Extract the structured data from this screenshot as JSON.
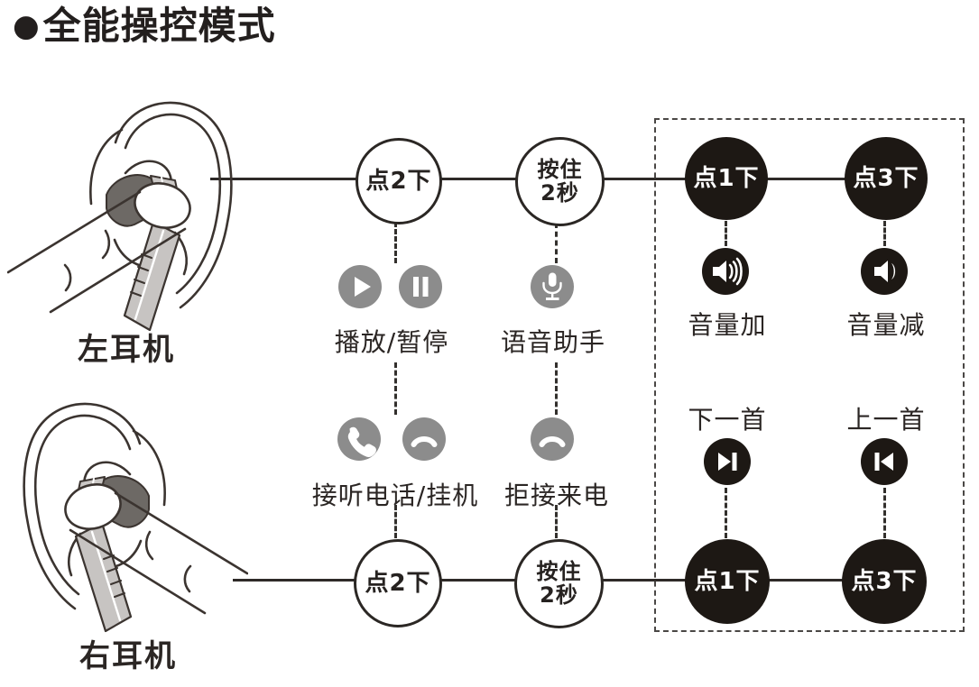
{
  "title": {
    "bullet": "●",
    "text": "全能操控模式"
  },
  "left_unit": {
    "label": "左耳机"
  },
  "right_unit": {
    "label": "右耳机"
  },
  "gestures": {
    "left": {
      "double_tap": "点2下",
      "hold_line1": "按住",
      "hold_line2": "2秒",
      "single_tap": "点1下",
      "triple_tap": "点3下"
    },
    "right": {
      "double_tap": "点2下",
      "hold_line1": "按住",
      "hold_line2": "2秒",
      "single_tap": "点1下",
      "triple_tap": "点3下"
    }
  },
  "actions": {
    "play_pause": "播放/暂停",
    "voice_assistant": "语音助手",
    "answer_hangup": "接听电话/挂机",
    "reject_call": "拒接来电",
    "volume_up": "音量加",
    "volume_down": "音量减",
    "next_track": "下一首",
    "prev_track": "上一首"
  },
  "icons": {
    "play": "play-triangle",
    "pause": "pause-bars",
    "mic": "microphone",
    "answer": "phone-handset",
    "hangup": "phone-hangup-arc",
    "reject": "phone-hangup-arc",
    "volume_up": "speaker-3-waves",
    "volume_down": "speaker-1-wave",
    "next": "skip-forward",
    "prev": "skip-backward"
  },
  "colors": {
    "black_circle": "#1d1814",
    "gray_icon": "#8c8c8c",
    "line": "#2e2a28",
    "text": "#262220"
  }
}
